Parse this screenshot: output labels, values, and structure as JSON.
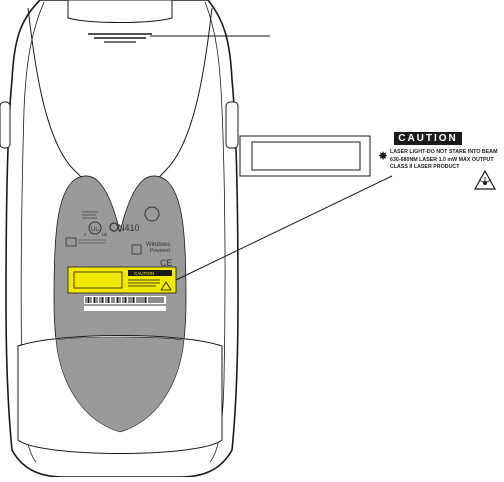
{
  "diagram": {
    "model_label": "N410",
    "caution_label": {
      "title": "CAUTION",
      "line1": "LASER LIGHT-DO NOT STARE INTO BEAM",
      "line2": "630-680NM LASER 1.0 mW MAX OUTPUT",
      "line3": "CLASS II LASER PRODUCT"
    },
    "small_label_title": "CAUTION",
    "windows_logo_text": [
      "Windows",
      "Powered"
    ],
    "ce_mark": "CE",
    "ul_mark": [
      "c",
      "UL",
      "us"
    ],
    "colors": {
      "outline": "#1a1a1a",
      "body": "#ffffff",
      "gray_panel": "#9a9a9a",
      "yellow_label": "#f2e800",
      "black": "#000000"
    }
  }
}
